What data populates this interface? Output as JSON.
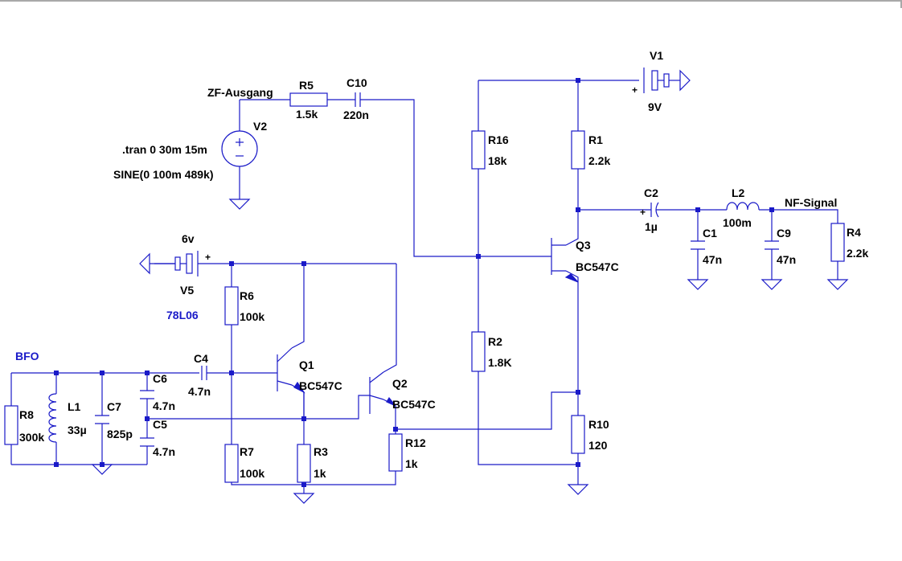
{
  "labels": {
    "zf_net": "ZF-Ausgang",
    "nf_net": "NF-Signal",
    "bfo": "BFO",
    "reg": "78L06",
    "tran": ".tran 0 30m 15m",
    "sine": "SINE(0 100m 489k)"
  },
  "components": {
    "V1": {
      "name": "V1",
      "value": "9V"
    },
    "V2": {
      "name": "V2"
    },
    "V5": {
      "name": "V5",
      "value": "6v"
    },
    "R1": {
      "name": "R1",
      "value": "2.2k"
    },
    "R2": {
      "name": "R2",
      "value": "1.8K"
    },
    "R3": {
      "name": "R3",
      "value": "1k"
    },
    "R4": {
      "name": "R4",
      "value": "2.2k"
    },
    "R5": {
      "name": "R5",
      "value": "1.5k"
    },
    "R6": {
      "name": "R6",
      "value": "100k"
    },
    "R7": {
      "name": "R7",
      "value": "100k"
    },
    "R8": {
      "name": "R8",
      "value": "300k"
    },
    "R10": {
      "name": "R10",
      "value": "120"
    },
    "R12": {
      "name": "R12",
      "value": "1k"
    },
    "R16": {
      "name": "R16",
      "value": "18k"
    },
    "C1": {
      "name": "C1",
      "value": "47n"
    },
    "C2": {
      "name": "C2",
      "value": "1µ"
    },
    "C4": {
      "name": "C4",
      "value": "4.7n"
    },
    "C5": {
      "name": "C5",
      "value": "4.7n"
    },
    "C6": {
      "name": "C6",
      "value": "4.7n"
    },
    "C7": {
      "name": "C7",
      "value": "825p"
    },
    "C9": {
      "name": "C9",
      "value": "47n"
    },
    "C10": {
      "name": "C10",
      "value": "220n"
    },
    "L1": {
      "name": "L1",
      "value": "33µ"
    },
    "L2": {
      "name": "L2",
      "value": "100m"
    },
    "Q1": {
      "name": "Q1",
      "value": "BC547C"
    },
    "Q2": {
      "name": "Q2",
      "value": "BC547C"
    },
    "Q3": {
      "name": "Q3",
      "value": "BC547C"
    }
  },
  "symbols": {
    "plus": "+",
    "minus": "−"
  }
}
